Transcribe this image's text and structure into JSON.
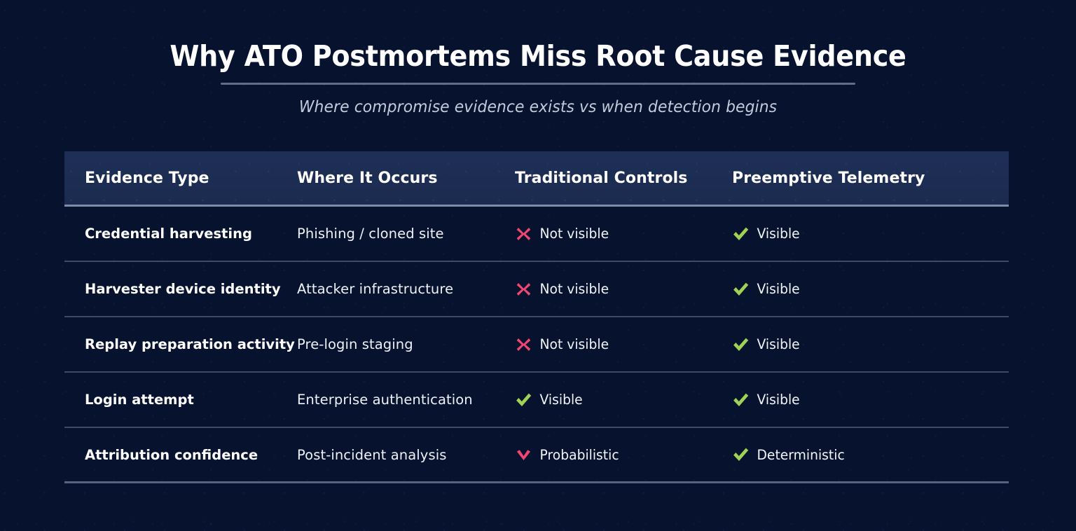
{
  "header": {
    "title": "Why ATO Postmortems Miss Root Cause Evidence",
    "subtitle": "Where compromise evidence exists vs when detection begins"
  },
  "colors": {
    "background": "#06122e",
    "header_band": "#1e2f57",
    "title_text": "#ffffff",
    "subtitle_text": "#c3cada",
    "divider": "#8a99ba",
    "negative": "#ef476f",
    "positive": "#9fd356",
    "body_text": "#eef1f7"
  },
  "table": {
    "columns": [
      {
        "key": "evidence_type",
        "label": "Evidence Type"
      },
      {
        "key": "where_it_occurs",
        "label": "Where It Occurs"
      },
      {
        "key": "traditional_controls",
        "label": "Traditional Controls"
      },
      {
        "key": "preemptive_telemetry",
        "label": "Preemptive Telemetry"
      }
    ],
    "rows": [
      {
        "evidence_type": "Credential harvesting",
        "where_it_occurs": "Phishing / cloned site",
        "traditional_controls": {
          "icon": "cross-icon",
          "status": "negative",
          "label": "Not visible"
        },
        "preemptive_telemetry": {
          "icon": "check-icon",
          "status": "positive",
          "label": "Visible"
        }
      },
      {
        "evidence_type": "Harvester device identity",
        "where_it_occurs": "Attacker infrastructure",
        "traditional_controls": {
          "icon": "cross-icon",
          "status": "negative",
          "label": "Not visible"
        },
        "preemptive_telemetry": {
          "icon": "check-icon",
          "status": "positive",
          "label": "Visible"
        }
      },
      {
        "evidence_type": "Replay preparation activity",
        "where_it_occurs": "Pre-login staging",
        "traditional_controls": {
          "icon": "cross-icon",
          "status": "negative",
          "label": "Not visible"
        },
        "preemptive_telemetry": {
          "icon": "check-icon",
          "status": "positive",
          "label": "Visible"
        }
      },
      {
        "evidence_type": "Login attempt",
        "where_it_occurs": "Enterprise authentication",
        "traditional_controls": {
          "icon": "check-icon",
          "status": "positive",
          "label": "Visible"
        },
        "preemptive_telemetry": {
          "icon": "check-icon",
          "status": "positive",
          "label": "Visible"
        }
      },
      {
        "evidence_type": "Attribution confidence",
        "where_it_occurs": "Post-incident analysis",
        "traditional_controls": {
          "icon": "chevron-down-icon",
          "status": "negative",
          "label": "Probabilistic"
        },
        "preemptive_telemetry": {
          "icon": "check-icon",
          "status": "positive",
          "label": "Deterministic"
        }
      }
    ]
  }
}
